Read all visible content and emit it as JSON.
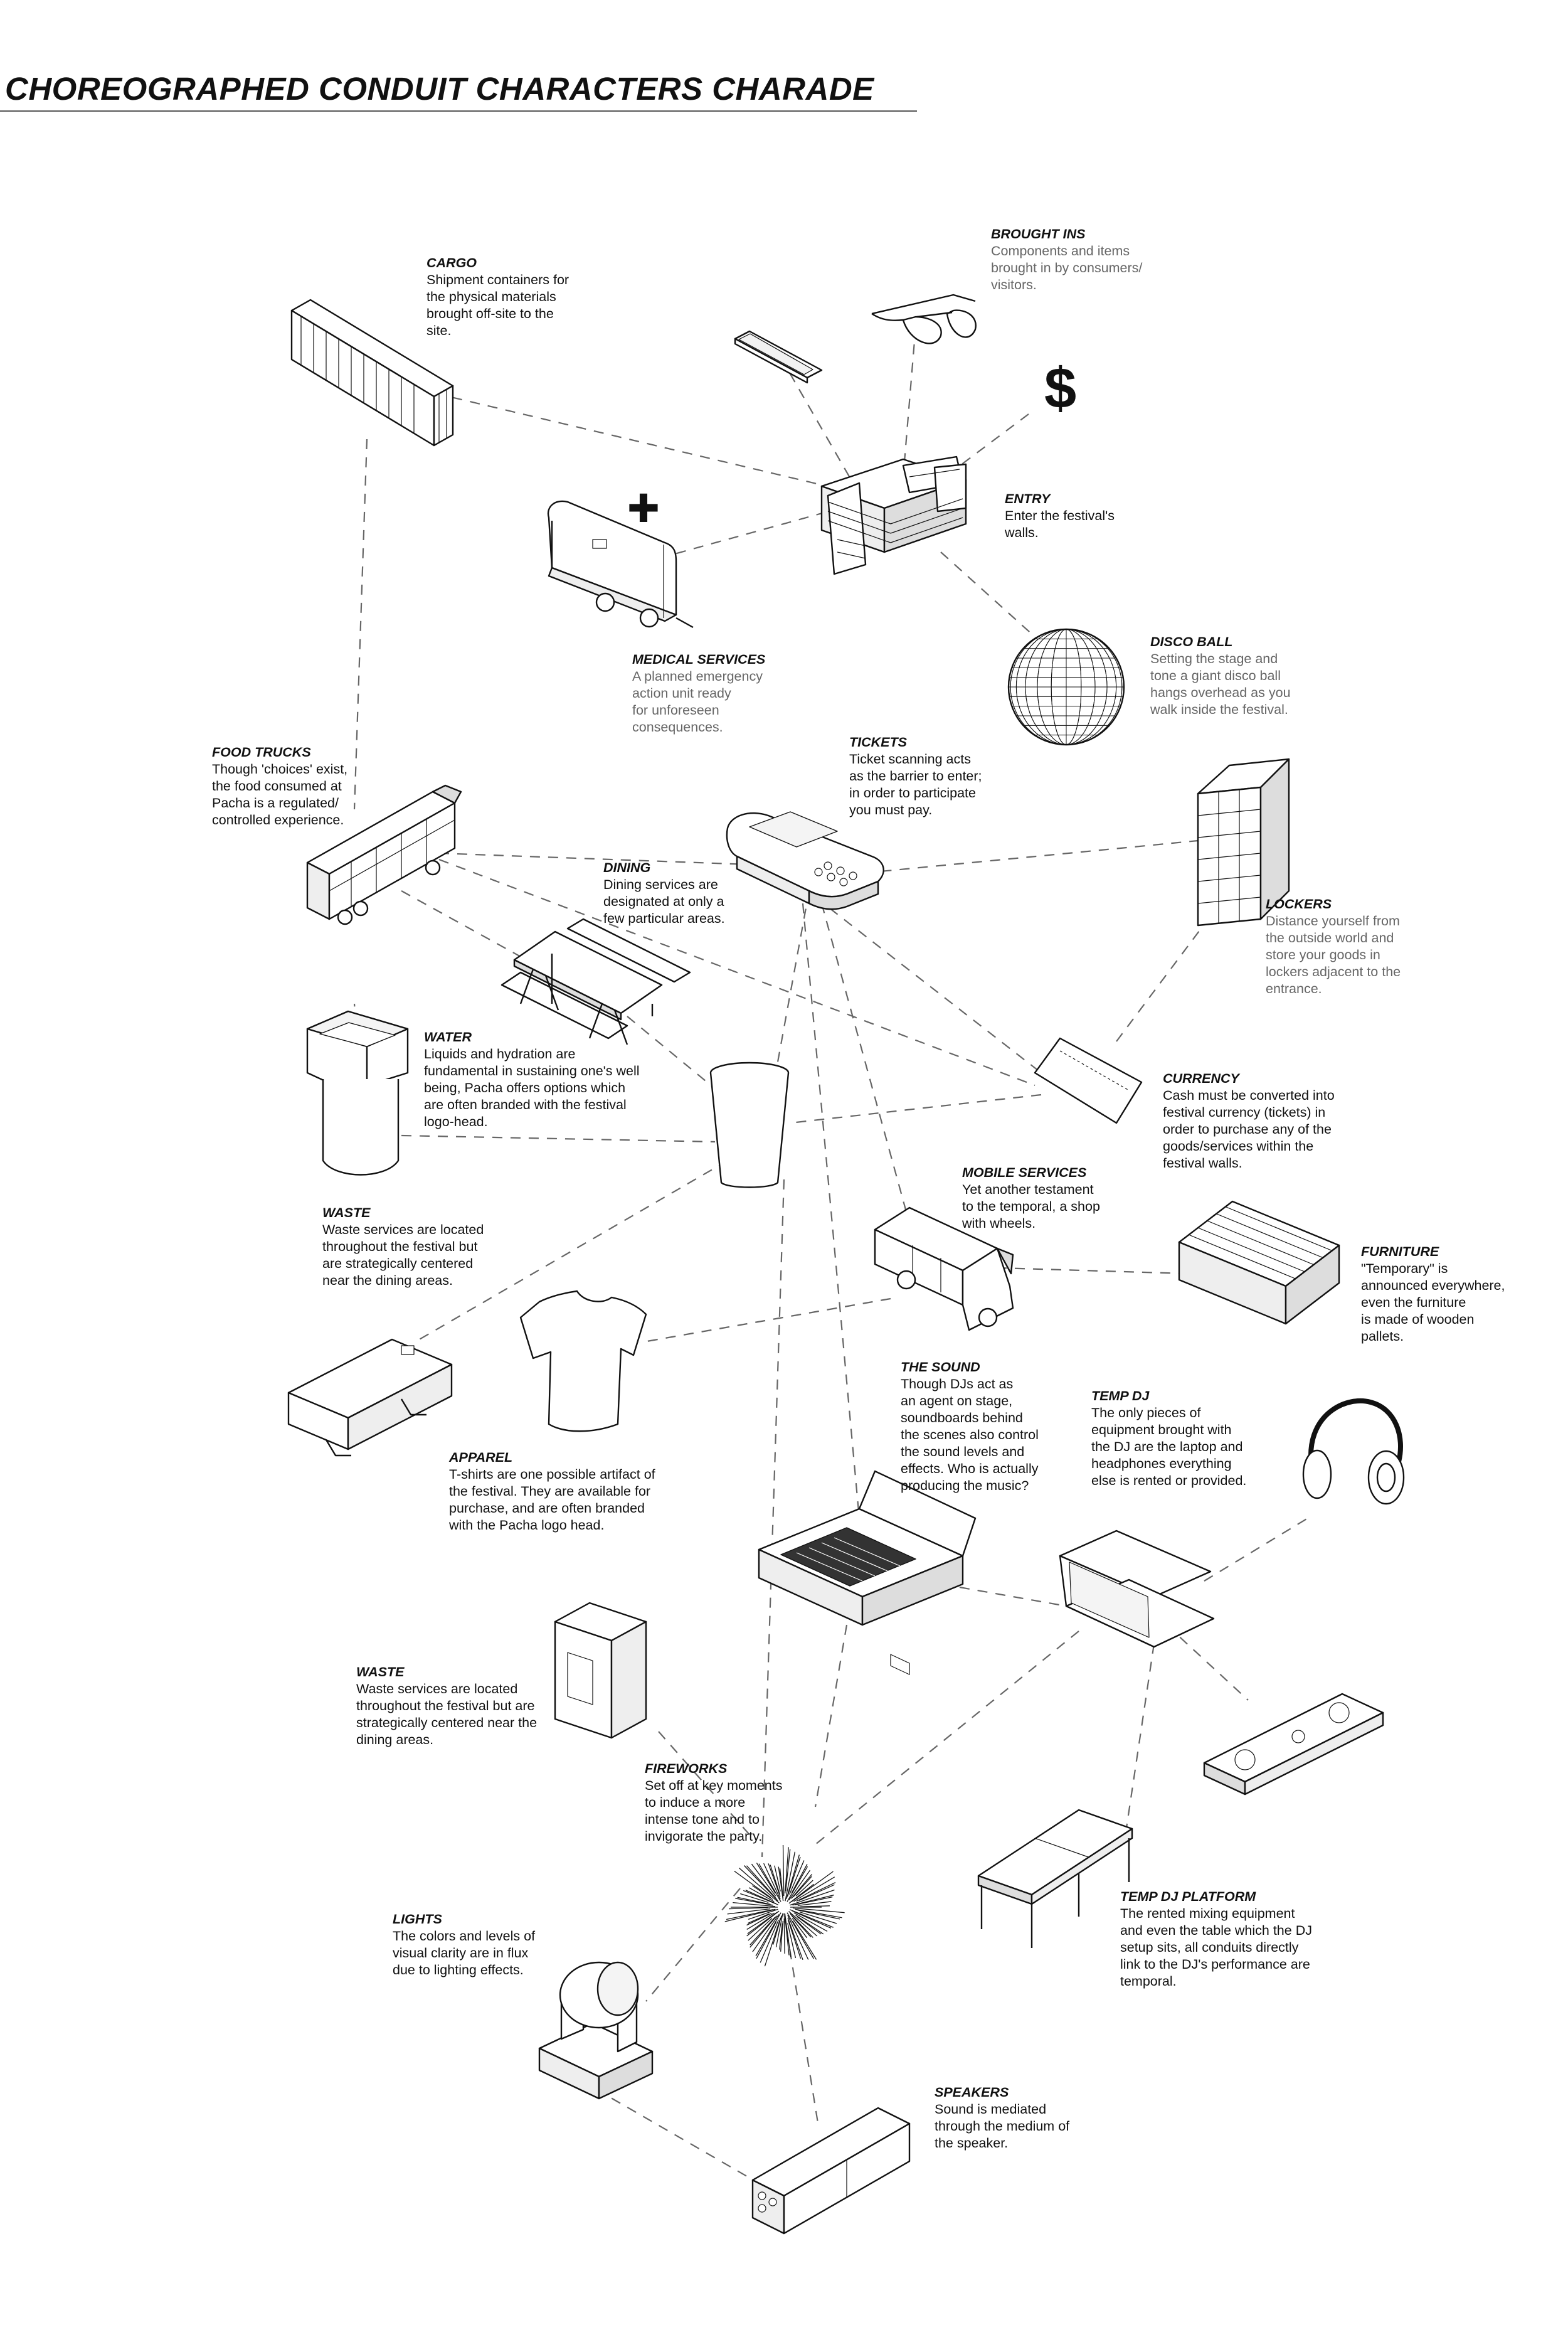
{
  "title": {
    "bold": "CHOREOGRAPHED",
    "rest": "CONDUIT CHARACTERS CHARADE"
  },
  "nodes": [
    {
      "id": "cargo",
      "heading": "CARGO",
      "text": "Shipment containers for\nthe physical materials\nbrought off-site to the\nsite."
    },
    {
      "id": "brought_ins",
      "heading": "BROUGHT INS",
      "text": "Components and items\nbrought in by consumers/\nvisitors."
    },
    {
      "id": "entry",
      "heading": "ENTRY",
      "text": "Enter the festival's\nwalls."
    },
    {
      "id": "medical",
      "heading": "MEDICAL SERVICES",
      "text": "A planned emergency\naction unit ready\nfor unforeseen\nconsequences."
    },
    {
      "id": "disco",
      "heading": "DISCO BALL",
      "text": "Setting the stage and\ntone a giant disco ball\nhangs overhead as you\nwalk inside the festival."
    },
    {
      "id": "food",
      "heading": "FOOD TRUCKS",
      "text": "Though 'choices' exist,\nthe food consumed at\nPacha is a regulated/\ncontrolled experience."
    },
    {
      "id": "tickets",
      "heading": "TICKETS",
      "text": "Ticket scanning acts\nas the barrier to enter;\nin order to participate\nyou must pay."
    },
    {
      "id": "dining",
      "heading": "DINING",
      "text": "Dining services are\ndesignated at only a\nfew particular areas."
    },
    {
      "id": "lockers",
      "heading": "LOCKERS",
      "text": "Distance yourself from\nthe outside world and\nstore your goods in\nlockers adjacent to the\nentrance."
    },
    {
      "id": "water",
      "heading": "WATER",
      "text": "Liquids and hydration are\nfundamental in sustaining one's well\nbeing, Pacha offers options which\nare often branded with the festival\nlogo-head."
    },
    {
      "id": "currency",
      "heading": "CURRENCY",
      "text": "Cash must be converted into\nfestival currency (tickets) in\norder to purchase any of the\ngoods/services within the\nfestival walls."
    },
    {
      "id": "mobile",
      "heading": "MOBILE SERVICES",
      "text": "Yet another testament\nto the temporal, a shop\nwith wheels."
    },
    {
      "id": "waste1",
      "heading": "WASTE",
      "text": "Waste services are located\nthroughout the festival but\nare strategically centered\nnear the dining areas."
    },
    {
      "id": "furniture",
      "heading": "FURNITURE",
      "text": "\"Temporary\" is\nannounced everywhere,\neven the furniture\nis made of wooden\npallets."
    },
    {
      "id": "sound",
      "heading": "THE SOUND",
      "text": "Though DJs act as\nan agent on stage,\nsoundboards behind\nthe scenes also control\nthe sound levels and\neffects. Who is actually\nproducing the music?"
    },
    {
      "id": "tempdj",
      "heading": "TEMP DJ",
      "text": "The only pieces of\nequipment brought with\nthe DJ are the laptop and\nheadphones everything\nelse is rented or provided."
    },
    {
      "id": "apparel",
      "heading": "APPAREL",
      "text": "T-shirts are one possible artifact of\nthe festival. They are available for\npurchase, and are often branded\nwith the Pacha logo head."
    },
    {
      "id": "waste2",
      "heading": "WASTE",
      "text": "Waste services are located\nthroughout the festival but are\nstrategically centered near the\ndining areas."
    },
    {
      "id": "fireworks",
      "heading": "FIREWORKS",
      "text": "Set off at key moments\nto induce a more\nintense tone and to\ninvigorate the party."
    },
    {
      "id": "platform",
      "heading": "TEMP DJ PLATFORM",
      "text": "The rented mixing equipment\nand even the table which the DJ\nsetup sits, all conduits directly\nlink to the DJ's performance are\ntemporal."
    },
    {
      "id": "lights",
      "heading": "LIGHTS",
      "text": "The colors and levels of\nvisual clarity are in flux\ndue to lighting effects."
    },
    {
      "id": "speakers",
      "heading": "SPEAKERS",
      "text": "Sound is mediated\nthrough the medium of\nthe speaker."
    }
  ],
  "glyphs": {
    "dollar": "$",
    "plus": "✚"
  },
  "colors": {
    "line": "#666666",
    "ink": "#111111",
    "muted": "#666666"
  }
}
